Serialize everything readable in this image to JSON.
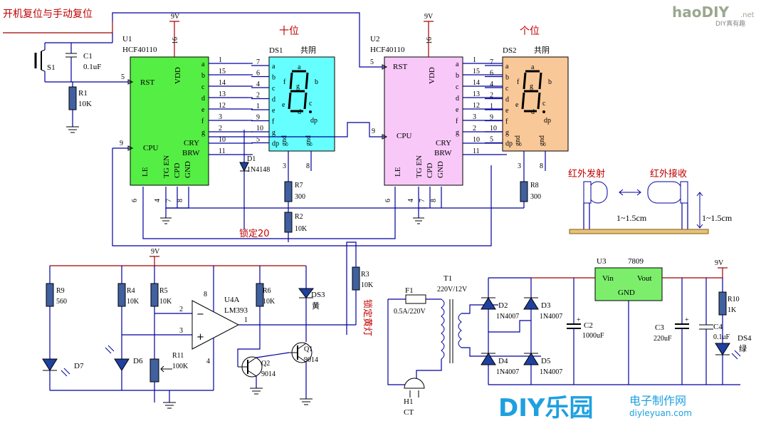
{
  "title_left": "开机复位与手动复位",
  "power_label": "9V",
  "u1": {
    "ref": "U1",
    "part": "HCF40110",
    "pins": {
      "vdd": "VDD",
      "rst": "RST",
      "cpu": "CPU",
      "le": "LE",
      "tgen": "TG EN",
      "cpd": "CPD",
      "gnd": "GND",
      "cry": "CRY",
      "brw": "BRW"
    },
    "pin_numbers": {
      "vdd": "16",
      "rst": "5",
      "cpu": "9",
      "le": "6",
      "tgen": "4",
      "cpd": "7",
      "gnd": "8"
    }
  },
  "u2": {
    "ref": "U2",
    "part": "HCF40110",
    "pins": {
      "vdd": "VDD",
      "rst": "RST",
      "cpu": "CPU",
      "le": "LE",
      "tgen": "TG EN",
      "cpd": "CPD",
      "gnd": "GND",
      "cry": "CRY",
      "brw": "BRW"
    },
    "pin_numbers": {
      "vdd": "16",
      "rst": "5",
      "cpu": "9",
      "le": "6",
      "tgen": "4",
      "cpd": "7",
      "gnd": "8"
    }
  },
  "seg_out_pins": [
    "1",
    "15",
    "14",
    "13",
    "12",
    "3",
    "2",
    "10",
    "11"
  ],
  "seg_out_letters": [
    "a",
    "b",
    "c",
    "d",
    "e",
    "f",
    "g"
  ],
  "ds1": {
    "ref": "DS1",
    "label": "十位",
    "type": "共阴",
    "pins": [
      "7",
      "6",
      "4",
      "2",
      "1",
      "9",
      "10",
      "5"
    ],
    "letters": [
      "a",
      "b",
      "c",
      "d",
      "e",
      "f",
      "g",
      "dp"
    ],
    "bottom": [
      "3",
      "8"
    ]
  },
  "ds2": {
    "ref": "DS2",
    "label": "个位",
    "type": "共阴",
    "pins": [
      "7",
      "6",
      "4",
      "2",
      "1",
      "9",
      "10",
      "5"
    ],
    "letters": [
      "a",
      "b",
      "c",
      "d",
      "e",
      "f",
      "g",
      "dp"
    ],
    "bottom": [
      "3",
      "8"
    ]
  },
  "seg_labels": {
    "a": "a",
    "b": "b",
    "c": "c",
    "d": "d",
    "e": "e",
    "f": "f",
    "g": "g",
    "dp": "dp",
    "gnd": "gnd"
  },
  "reset": {
    "s1": "S1",
    "c1": "C1",
    "c1_val": "0.1uF",
    "r1": "R1",
    "r1_val": "10K"
  },
  "d1": {
    "ref": "D1",
    "val": "1N4148"
  },
  "r7": {
    "ref": "R7",
    "val": "300"
  },
  "r2": {
    "ref": "R2",
    "val": "10K"
  },
  "r8": {
    "ref": "R8",
    "val": "300"
  },
  "lock20": "锁定20",
  "ir": {
    "tx": "红外发射",
    "rx": "红外接收",
    "dist1": "1~1.5cm",
    "dist2": "1~1.5cm"
  },
  "comparator": {
    "ref": "U4A",
    "part": "LM393",
    "pin_plus": "3",
    "pin_minus": "2",
    "pin_out": "1",
    "pin_vcc": "8",
    "pin_gnd": "4",
    "plus": "+",
    "minus": "−"
  },
  "r9": {
    "ref": "R9",
    "val": "560"
  },
  "r4": {
    "ref": "R4",
    "val": "10K"
  },
  "r5": {
    "ref": "R5",
    "val": "10K"
  },
  "r6": {
    "ref": "R6",
    "val": "10K"
  },
  "r11": {
    "ref": "R11",
    "val": "100K"
  },
  "d7": {
    "ref": "D7"
  },
  "d6": {
    "ref": "D6"
  },
  "ds3": {
    "ref": "DS3",
    "color": "黄"
  },
  "q1": {
    "ref": "Q1",
    "val": "9014"
  },
  "q2": {
    "ref": "Q2",
    "val": "9014"
  },
  "r3": {
    "ref": "R3",
    "val": "10K"
  },
  "lock_yellow": "锁定黄灯",
  "power": {
    "f1": "F1",
    "f1_val": "0.5A/220V",
    "t1": "T1",
    "t1_val": "220V/12V",
    "h1": "H1",
    "h1_val": "CT",
    "d2": "D2",
    "d3": "D3",
    "d4": "D4",
    "d5": "D5",
    "diode_val": "1N4007",
    "c2": "C2",
    "c2_val": "1000uF",
    "u3": "U3",
    "u3_part": "7809",
    "vin": "Vin",
    "vout": "Vout",
    "gnd": "GND",
    "c3": "C3",
    "c3_val": "220uF",
    "c4": "C4",
    "c4_val": "0.1uF",
    "r10": "R10",
    "r10_val": "1K",
    "ds4": "DS4",
    "ds4_color": "绿",
    "plus": "+"
  },
  "logo_top": {
    "main": "haoDIY",
    "net": ".net",
    "sub": "DIY真有趣"
  },
  "logo_bottom": {
    "main": "DIY乐园",
    "cn": "电子制作网",
    "url": "diyleyuan.com"
  },
  "colors": {
    "u1_fill": "#55ee44",
    "u2_fill": "#f8c8f8",
    "ds1_fill": "#66ffff",
    "ds2_fill": "#f8c898",
    "u3_fill": "#7cee6c",
    "wire": "#0000a0",
    "power_wire": "#a00000"
  }
}
